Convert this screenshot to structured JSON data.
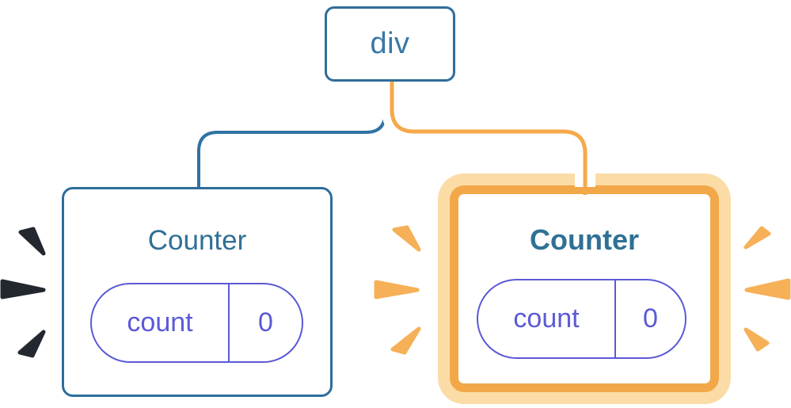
{
  "diagram": {
    "root_node": {
      "label": "div"
    },
    "left_counter": {
      "title": "Counter",
      "state_key": "count",
      "state_value": "0",
      "highlighted": false
    },
    "right_counter": {
      "title": "Counter",
      "state_key": "count",
      "state_value": "0",
      "highlighted": true
    }
  },
  "colors": {
    "background": "#FFFFFF",
    "card_white": "#FFFFFF",
    "node_border_blue": "#2E6D9C",
    "node_text_blue": "#3778A5",
    "title_blue": "#2F7095",
    "connector_blue": "#2F73A3",
    "connector_orange": "#F5A94B",
    "connector_casing": "#FFFFFF",
    "highlight_orange": "#F2A849",
    "highlight_orange_light": "#FBDCA6",
    "ray_orange": "#F6B057",
    "ray_dark": "#23272F",
    "state_purple": "#5B5AD6"
  }
}
